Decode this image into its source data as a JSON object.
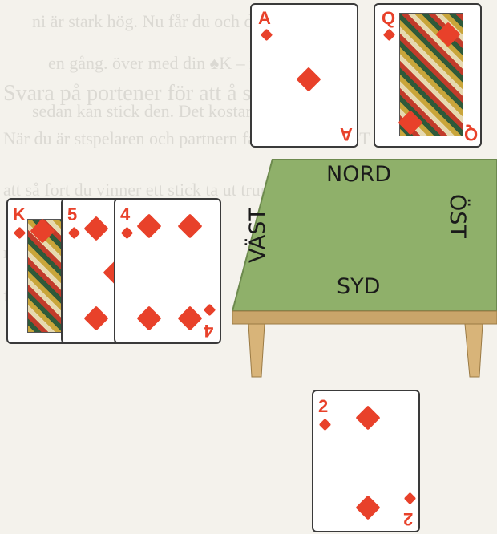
{
  "background_text": {
    "lines": [
      "ni är stark hög. Nu får du och din",
      "en gång. över med din ♠K – räck",
      "Svara på portener för att å stäm",
      "sedan kan stick den. Det kostar",
      "När du är stspelaren och partnern får stick på sin ♠T",
      "att så fort du vinner ett stick ta ut trumf",
      "med lågt och vill bli spelet det",
      "från samma hand i kort"
    ]
  },
  "table": {
    "north": "NORD",
    "south": "SYD",
    "west": "VÄST",
    "east": "ÖST",
    "top_color": "#8fb06a",
    "edge_color": "#c9a56a"
  },
  "cards": {
    "north": [
      {
        "rank": "A",
        "suit": "diamonds"
      },
      {
        "rank": "Q",
        "suit": "diamonds"
      }
    ],
    "west": [
      {
        "rank": "K",
        "suit": "diamonds"
      },
      {
        "rank": "5",
        "suit": "diamonds"
      },
      {
        "rank": "4",
        "suit": "diamonds"
      }
    ],
    "south": [
      {
        "rank": "2",
        "suit": "diamonds"
      }
    ]
  },
  "colors": {
    "suit_red": "#e8412a",
    "card_border": "#3a3a3a"
  }
}
